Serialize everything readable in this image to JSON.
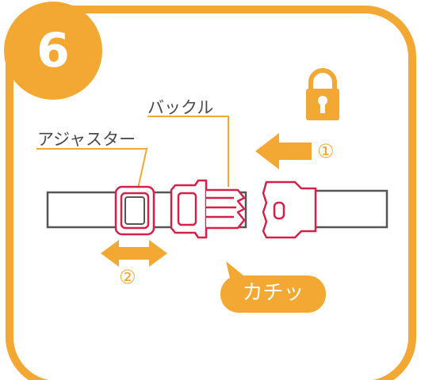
{
  "step": {
    "number": "6"
  },
  "labels": {
    "buckle": "バックル",
    "adjuster": "アジャスター",
    "push_marker": "①",
    "adjust_marker": "②",
    "click_sound": "カチッ"
  },
  "icons": [
    "padlock-icon",
    "push-arrow-icon",
    "double-arrow-icon"
  ],
  "colors": {
    "frame": "#f3a833",
    "buckle_outline": "#d6204a",
    "strap_outline": "#555555",
    "strap_fill": "#ffffff",
    "label_text": "#4a4a4a",
    "badge_text": "#ffffff"
  }
}
